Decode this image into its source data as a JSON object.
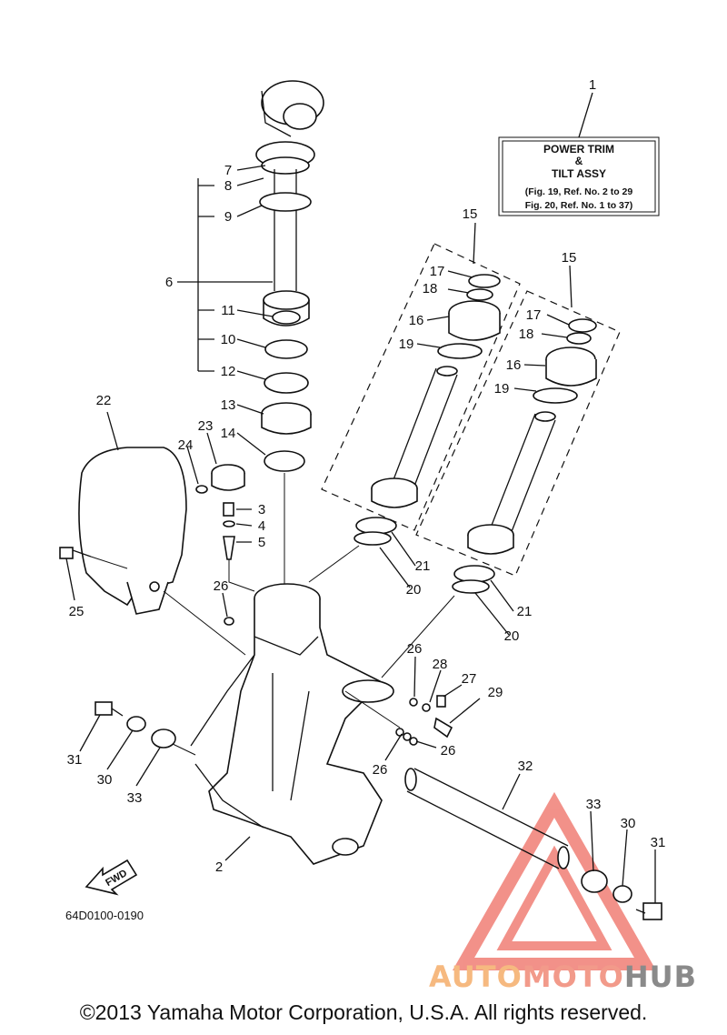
{
  "assembly_box": {
    "line1": "POWER TRIM",
    "line2": "&",
    "line3": "TILT ASSY",
    "ref1": "(Fig. 19, Ref. No. 2 to 29",
    "ref2": "Fig. 20, Ref. No. 1 to 37)"
  },
  "callouts": {
    "c1": "1",
    "c2": "2",
    "c3": "3",
    "c4": "4",
    "c5": "5",
    "c6": "6",
    "c7": "7",
    "c8": "8",
    "c9": "9",
    "c10": "10",
    "c11": "11",
    "c12": "12",
    "c13": "13",
    "c14": "14",
    "c15a": "15",
    "c15b": "15",
    "c16a": "16",
    "c16b": "16",
    "c17a": "17",
    "c17b": "17",
    "c18a": "18",
    "c18b": "18",
    "c19a": "19",
    "c19b": "19",
    "c20a": "20",
    "c20b": "20",
    "c21a": "21",
    "c21b": "21",
    "c22": "22",
    "c23": "23",
    "c24": "24",
    "c25": "25",
    "c26a": "26",
    "c26b": "26",
    "c26c": "26",
    "c26d": "26",
    "c27": "27",
    "c28": "28",
    "c29": "29",
    "c30a": "30",
    "c30b": "30",
    "c31a": "31",
    "c31b": "31",
    "c32": "32",
    "c33a": "33",
    "c33b": "33"
  },
  "fwd_label": "FWD",
  "diagram_code": "64D0100-0190",
  "watermark": {
    "part1": "AUTO",
    "part2": "MOTO",
    "part3": "HUB"
  },
  "copyright": "©2013 Yamaha Motor Corporation, U.S.A. All rights reserved.",
  "colors": {
    "line": "#111111",
    "watermark_triangle": "#e8392a",
    "watermark_orange": "#f6b980",
    "watermark_gray": "#8a8a8a"
  }
}
